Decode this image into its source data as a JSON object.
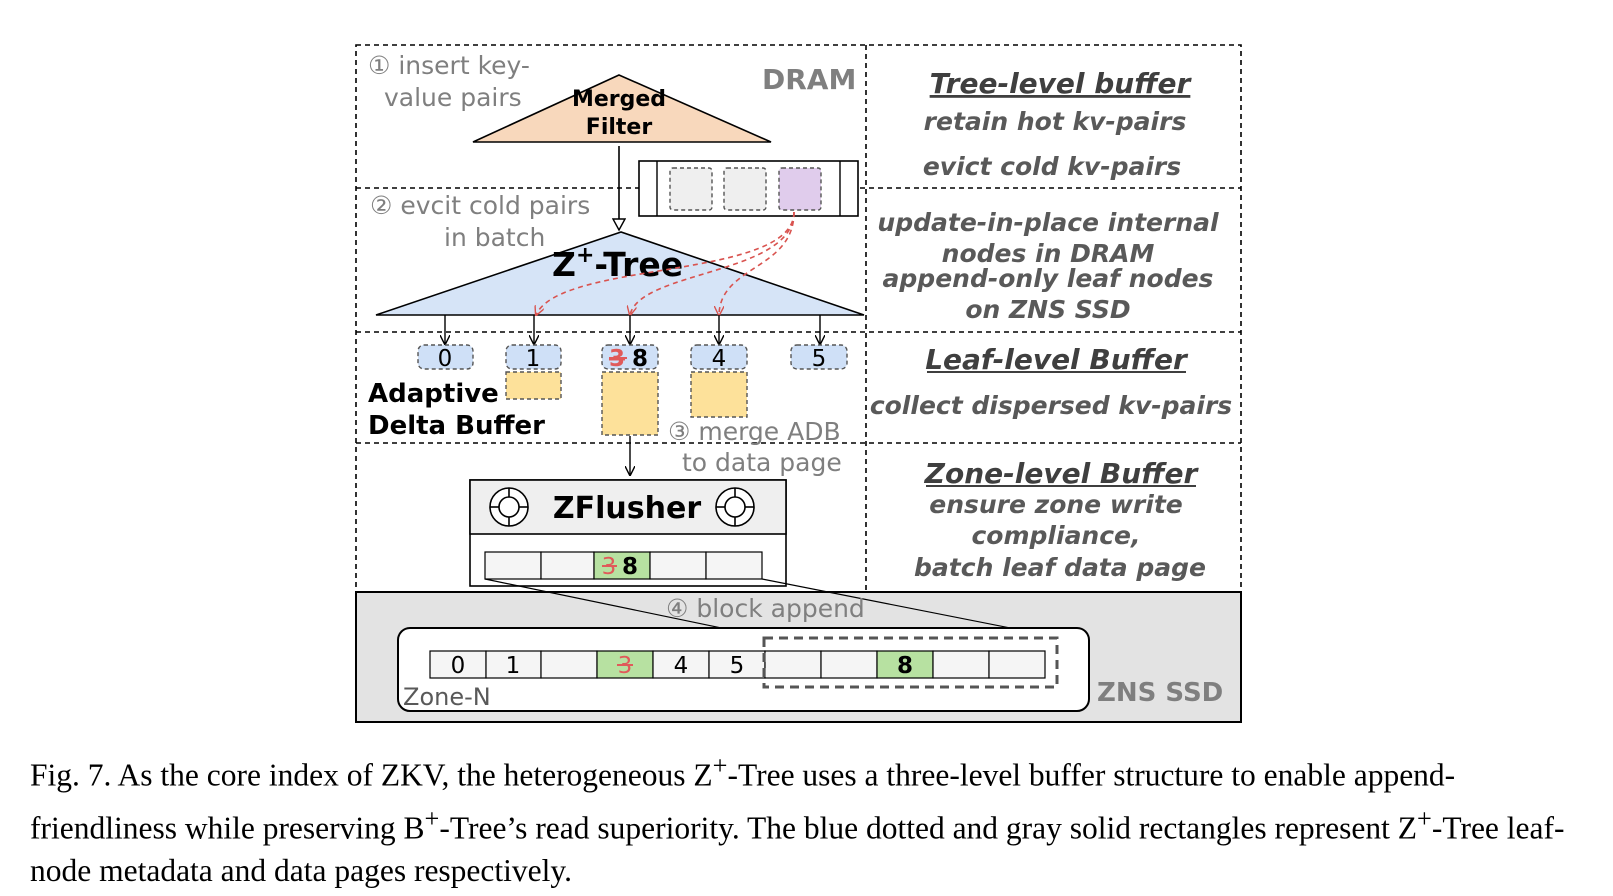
{
  "dram": {
    "label": "DRAM",
    "step1_line1": "① insert key-",
    "step1_line2": "value pairs",
    "filter_line1": "Merged",
    "filter_line2": "Filter",
    "step2_line1": "② evcit cold pairs",
    "step2_line2": "in batch",
    "tree_title": "Z",
    "tree_sup": "+",
    "tree_suffix": "-Tree"
  },
  "leaf_nodes": [
    "0",
    "1",
    "3",
    "8",
    "4",
    "5"
  ],
  "adb": {
    "line1": "Adaptive",
    "line2": "Delta Buffer",
    "step3_line1": "③ merge ADB",
    "step3_line2": "to data page"
  },
  "zflusher": {
    "label": "ZFlusher",
    "old_value": "3",
    "new_value": "8"
  },
  "zns": {
    "step4": "④ block append",
    "zone_label": "Zone-N",
    "ssd_label": "ZNS SSD",
    "cells": [
      "0",
      "1",
      "",
      "3",
      "4",
      "5",
      "",
      "",
      "8",
      "",
      ""
    ]
  },
  "side_panels": {
    "tree_level": {
      "title": "Tree-level buffer",
      "line1": "retain hot kv-pairs",
      "line2": "evict cold kv-pairs"
    },
    "internal": {
      "line1": "update-in-place internal",
      "line2": "nodes in DRAM",
      "line3": "append-only leaf nodes",
      "line4": "on ZNS SSD"
    },
    "leaf_level": {
      "title": "Leaf-level Buffer",
      "line1": "collect dispersed kv-pairs"
    },
    "zone_level": {
      "title": "Zone-level Buffer",
      "line1": "ensure zone write",
      "line2": "compliance,",
      "line3": "batch leaf data page"
    }
  },
  "caption": {
    "part1": "Fig. 7.  As the core index of ZKV, the heterogeneous Z",
    "sup1": "+",
    "part2": "-Tree uses a three-level buffer structure to enable append-friendliness while preserving B",
    "sup2": "+",
    "part3": "-Tree’s read superiority. The blue dotted and gray solid rectangles represent Z",
    "sup3": "+",
    "part4": "-Tree leaf-node metadata and data pages respectively."
  },
  "colors": {
    "filter_fill": "#f8d8bc",
    "tree_fill": "#d6e4f7",
    "leaf_fill": "#cfe0f7",
    "adb_fill": "#fde19a",
    "green_fill": "#b7e1a1",
    "ssd_fill": "#e3e3e3",
    "highlight_fill": "#e0ccec",
    "strike_red": "#e05a5a",
    "gray_text": "#7f7f7f",
    "panel_text": "#595959"
  }
}
